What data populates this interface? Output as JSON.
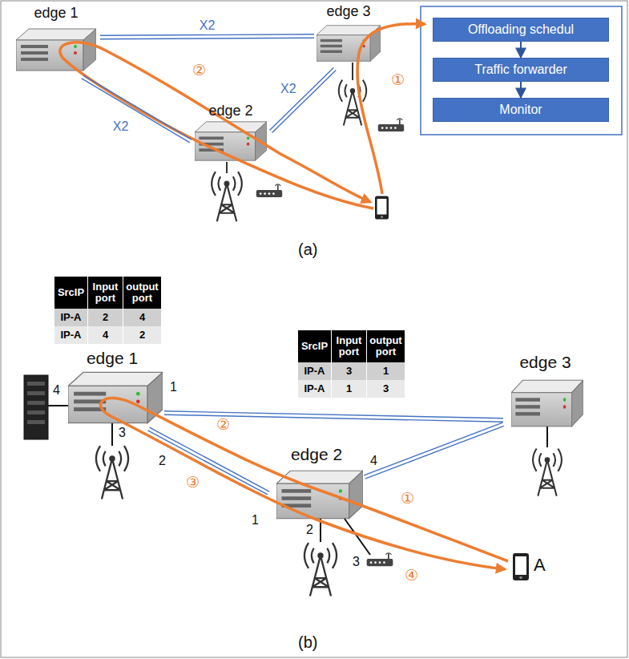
{
  "diagram": {
    "nodes": [
      {
        "text": [
          "edge 1"
        ]
      },
      {
        "text": [
          "edge 2"
        ]
      },
      {
        "text": [
          "edge 3"
        ]
      },
      {
        "text": [
          "Offloading schedul"
        ]
      },
      {
        "text": [
          "Traffic forwarder"
        ]
      },
      {
        "text": [
          "Monitor"
        ]
      },
      {
        "text": [
          "edge 1"
        ]
      },
      {
        "text": [
          "edge 2"
        ]
      },
      {
        "text": [
          "edge 3"
        ]
      }
    ],
    "edges": [
      {
        "from": 0,
        "to": 2,
        "label": "X2",
        "arrow": "none"
      },
      {
        "from": 0,
        "to": 1,
        "label": "X2",
        "arrow": "none"
      },
      {
        "from": 1,
        "to": 2,
        "label": "X2",
        "arrow": "none"
      },
      {
        "from": 3,
        "to": 4,
        "arrow": "to"
      },
      {
        "from": 4,
        "to": 5,
        "arrow": "to"
      },
      {
        "from": 6,
        "to": 7,
        "arrow": "none"
      },
      {
        "from": 6,
        "to": 8,
        "arrow": "none"
      },
      {
        "from": 7,
        "to": 8,
        "arrow": "none"
      }
    ],
    "labels": [
      "(a)",
      "①",
      "②",
      "SrcIP",
      "Input port",
      "output port",
      "IP-A",
      "2",
      "4",
      "IP-A",
      "4",
      "2",
      "SrcIP",
      "Input port",
      "output port",
      "IP-A",
      "3",
      "1",
      "IP-A",
      "1",
      "3",
      "4",
      "1",
      "3",
      "2",
      "1",
      "4",
      "2",
      "3",
      "②",
      "③",
      "①",
      "④",
      "A",
      "(b)"
    ]
  }
}
